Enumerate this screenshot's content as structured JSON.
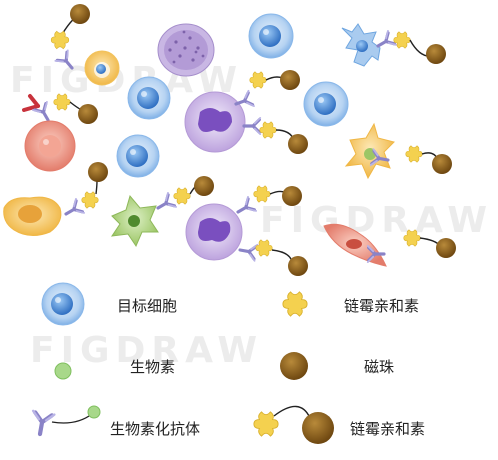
{
  "watermark": "FIGDRAW",
  "legend": {
    "target_cell": "目标细胞",
    "biotin": "生物素",
    "biotinylated_antibody": "生物素化抗体",
    "streptavidin": "链霉亲和素",
    "magnetic_bead": "磁珠",
    "streptavidin_bead": "链霉亲和素"
  },
  "colors": {
    "blue_cell": "#6fa6e0",
    "purple_cell": "#b49ad6",
    "red_cell": "#e98a7a",
    "orange_cell": "#f2c15a",
    "green_cell": "#9fc66a",
    "streptavidin": "#f4d14f",
    "bead": "#8a5d17",
    "biotin": "#a8d88a",
    "antibody": "#8a83c7"
  }
}
